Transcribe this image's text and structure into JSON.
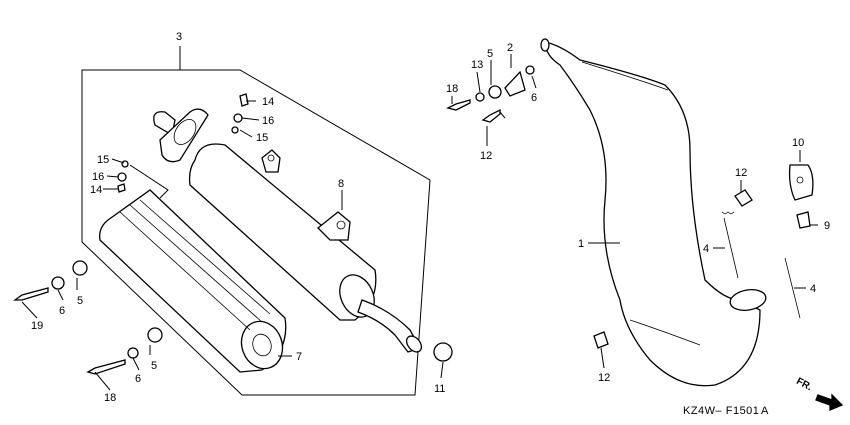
{
  "diagram_code": "KZ4W– F1501",
  "diagram_code_suffix": "A",
  "direction_label": "FR.",
  "callouts": {
    "c1": "1",
    "c2": "2",
    "c3": "3",
    "c4a": "4",
    "c4b": "4",
    "c5a": "5",
    "c5b": "5",
    "c5c": "5",
    "c6a": "6",
    "c6b": "6",
    "c6c": "6",
    "c7": "7",
    "c8": "8",
    "c9": "9",
    "c10": "10",
    "c11": "11",
    "c12a": "12",
    "c12b": "12",
    "c12c": "12",
    "c13": "13",
    "c14a": "14",
    "c14b": "14",
    "c15a": "15",
    "c15b": "15",
    "c16a": "16",
    "c16b": "16",
    "c18a": "18",
    "c18b": "18",
    "c19": "19"
  }
}
